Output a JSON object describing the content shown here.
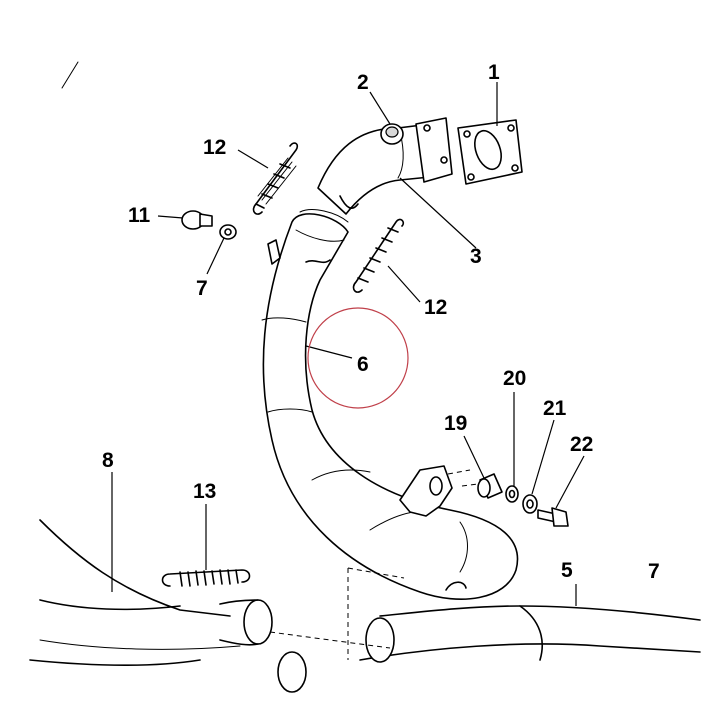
{
  "callouts": {
    "c1": "1",
    "c2": "2",
    "c3": "3",
    "c5": "5",
    "c6": "6",
    "c7a": "7",
    "c7b": "7",
    "c8": "8",
    "c11": "11",
    "c12a": "12",
    "c12b": "12",
    "c13": "13",
    "c19": "19",
    "c20": "20",
    "c21": "21",
    "c22": "22"
  },
  "colors": {
    "line": "#000000",
    "highlight_circle": "#c0404a",
    "background": "#ffffff"
  }
}
